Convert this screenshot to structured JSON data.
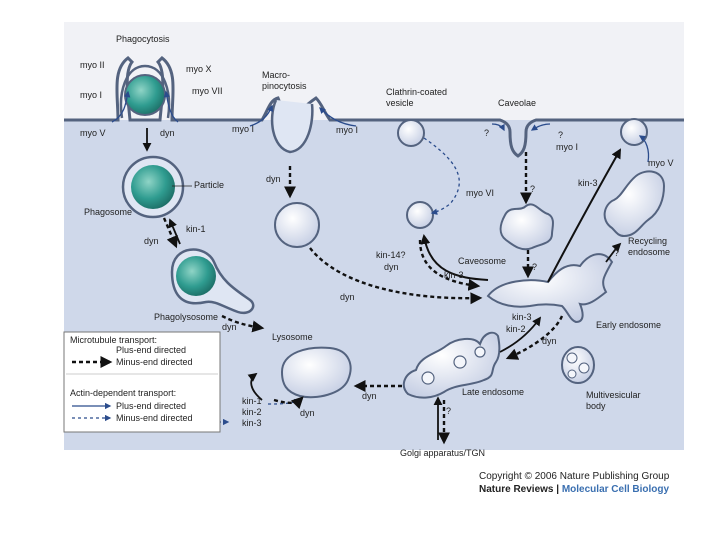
{
  "colors": {
    "cytoplasm": "#cfd8ea",
    "extracellular": "#f1f2f6",
    "membrane": "#54637f",
    "vesicle_fill": "#e6ebf6",
    "particle": "#2f9c90",
    "journal_blue": "#3a6fb0"
  },
  "processes": {
    "phagocytosis": "Phagocytosis",
    "macropinocytosis_1": "Macro-",
    "macropinocytosis_2": "pinocytosis",
    "clathrin_1": "Clathrin-coated",
    "clathrin_2": "vesicle",
    "caveolae": "Caveolae"
  },
  "organelles": {
    "particle": "Particle",
    "phagosome": "Phagosome",
    "phagolysosome": "Phagolysosome",
    "lysosome": "Lysosome",
    "caveosome": "Caveosome",
    "recycling_endosome_1": "Recycling",
    "recycling_endosome_2": "endosome",
    "early_endosome": "Early endosome",
    "late_endosome": "Late endosome",
    "multivesicular_1": "Multivesicular",
    "multivesicular_2": "body",
    "golgi": "Golgi apparatus/TGN"
  },
  "motors": {
    "myo_ii": "myo II",
    "myo_x": "myo X",
    "myo_i": "myo I",
    "myo_vii": "myo VII",
    "myo_v": "myo V",
    "myo_vi": "myo VI",
    "dyn": "dyn",
    "kin_1": "kin-1",
    "kin_2": "kin-2",
    "kin_3": "kin-3",
    "kin_14q": "kin-14?",
    "question": "?"
  },
  "legend": {
    "microtubule_title": "Microtubule transport:",
    "mt_plus": "Plus-end directed",
    "mt_minus": "Minus-end directed",
    "actin_title": "Actin-dependent transport:",
    "actin_plus": "Plus-end directed",
    "actin_minus": "Minus-end directed"
  },
  "credit": {
    "copyright": "Copyright © 2006 Nature Publishing Group",
    "journal": "Nature Reviews",
    "separator": " | ",
    "section": "Molecular Cell Biology"
  }
}
